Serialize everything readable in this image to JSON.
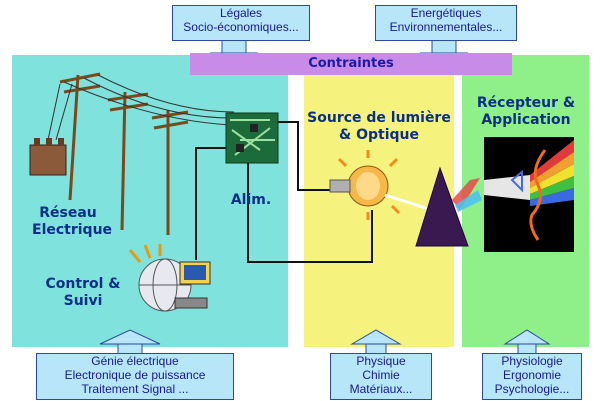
{
  "top_boxes": [
    {
      "lines": [
        "Légales",
        "Socio-économiques..."
      ]
    },
    {
      "lines": [
        "Energétiques",
        "Environnementales..."
      ]
    }
  ],
  "constraints_label": "Contraintes",
  "panels": {
    "left_title": [
      "Réseau",
      "Electrique"
    ],
    "alim": "Alim.",
    "control": [
      "Control &",
      "Suivi"
    ],
    "middle_title": [
      "Source de lumière",
      "& Optique"
    ],
    "right_title": [
      "Récepteur &",
      "Application"
    ]
  },
  "bottom_boxes": [
    {
      "lines": [
        "Génie électrique",
        "Electronique de puissance",
        "Traitement Signal ..."
      ]
    },
    {
      "lines": [
        "Physique",
        "Chimie",
        "Matériaux..."
      ]
    },
    {
      "lines": [
        "Physiologie",
        "Ergonomie",
        "Psychologie..."
      ]
    }
  ],
  "colors": {
    "left_panel": "#7fe2dc",
    "middle_panel": "#f6f27e",
    "right_panel": "#8ff08a",
    "constraints_bar": "#c98be8",
    "label_text": "#0b2f86"
  }
}
